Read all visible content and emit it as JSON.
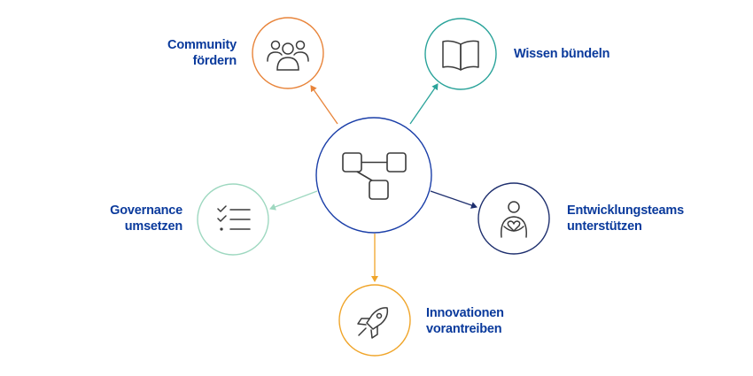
{
  "diagram": {
    "center": {
      "icon": "hierarchy-nodes-icon",
      "color": "#1a3ea8"
    },
    "nodes": [
      {
        "id": "community",
        "label_lines": [
          "Community",
          "fördern"
        ],
        "icon": "people-group-icon",
        "color": "#e8843a"
      },
      {
        "id": "wissen",
        "label_lines": [
          "Wissen bündeln"
        ],
        "icon": "open-book-icon",
        "color": "#2aa39a"
      },
      {
        "id": "entwicklung",
        "label_lines": [
          "Entwicklungsteams",
          "unterstützen"
        ],
        "icon": "person-holding-heart-icon",
        "color": "#1e2f6e"
      },
      {
        "id": "innovation",
        "label_lines": [
          "Innovationen",
          "vorantreiben"
        ],
        "icon": "rocket-icon",
        "color": "#f0a52a"
      },
      {
        "id": "governance",
        "label_lines": [
          "Governance",
          "umsetzen"
        ],
        "icon": "checklist-icon",
        "color": "#9ed8c0"
      }
    ]
  }
}
